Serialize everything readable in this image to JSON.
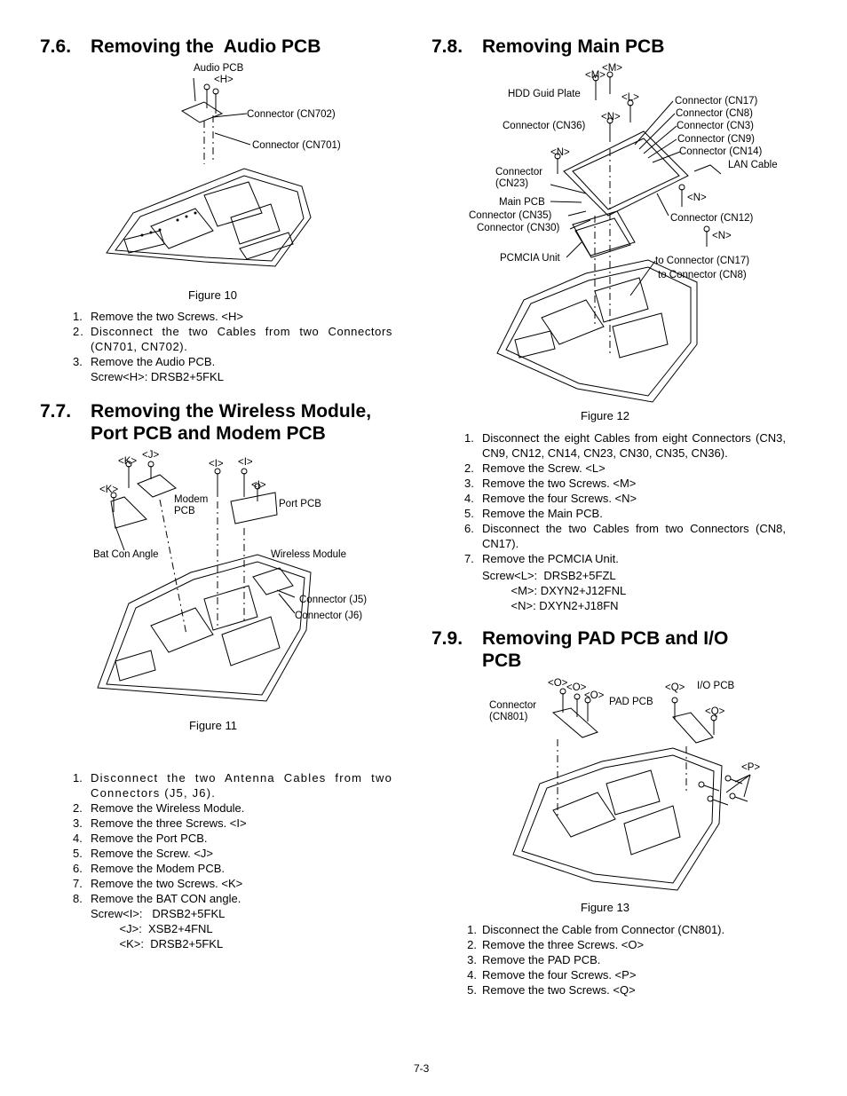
{
  "sections": {
    "s76": {
      "number": "7.6.",
      "title": "Removing the  Audio PCB"
    },
    "s77": {
      "number": "7.7.",
      "title_line1": "Removing the Wireless Module,",
      "title_line2": "Port PCB and Modem PCB"
    },
    "s78": {
      "number": "7.8.",
      "title": "Removing Main PCB"
    },
    "s79": {
      "number": "7.9.",
      "title_line1": "Removing PAD PCB and I/O",
      "title_line2": "PCB"
    }
  },
  "fig10": {
    "caption": "Figure 10",
    "labels": {
      "audio_pcb": "Audio PCB",
      "h": "<H>",
      "cn702": "Connector (CN702)",
      "cn701": "Connector (CN701)"
    },
    "steps": [
      {
        "n": "1.",
        "text": "Remove the two Screws. <H>"
      },
      {
        "n": "2.",
        "text": "Disconnect the two Cables from two Connectors (CN701, CN702)."
      },
      {
        "n": "3.",
        "text": "Remove the Audio PCB."
      }
    ],
    "screws": [
      "Screw<H>: DRSB2+5FKL"
    ]
  },
  "fig11": {
    "caption": "Figure 11",
    "labels": {
      "k1": "<K>",
      "j": "<J>",
      "i1": "<I>",
      "i2": "<I>",
      "k2": "<K>",
      "i3": "<I>",
      "modem_pcb": "Modem\nPCB",
      "port_pcb": "Port PCB",
      "bat_con": "Bat Con Angle",
      "wireless": "Wireless Module",
      "j5": "Connector (J5)",
      "j6": "Connector (J6)"
    },
    "steps": [
      {
        "n": "1.",
        "text": "Disconnect the two Antenna Cables from two Connectors (J5, J6)."
      },
      {
        "n": "2.",
        "text": "Remove the Wireless Module."
      },
      {
        "n": "3.",
        "text": "Remove the three Screws. <I>"
      },
      {
        "n": "4.",
        "text": "Remove the Port PCB."
      },
      {
        "n": "5.",
        "text": "Remove the Screw. <J>"
      },
      {
        "n": "6.",
        "text": "Remove the Modem PCB."
      },
      {
        "n": "7.",
        "text": "Remove the two Screws. <K>"
      },
      {
        "n": "8.",
        "text": "Remove the BAT CON angle."
      }
    ],
    "screws": [
      "Screw<I>:   DRSB2+5FKL",
      "         <J>:  XSB2+4FNL",
      "         <K>:  DRSB2+5FKL"
    ]
  },
  "fig12": {
    "caption": "Figure 12",
    "labels": {
      "m1": "<M>",
      "m2": "<M>",
      "hdd": "HDD Guid Plate",
      "l": "<L>",
      "n1": "<N>",
      "cn36": "Connector (CN36)",
      "n2": "<N>",
      "cn23": "Connector\n(CN23)",
      "main": "Main PCB",
      "cn35": "Connector (CN35)",
      "cn30": "Connector (CN30)",
      "pcmcia": "PCMCIA Unit",
      "cn17": "Connector (CN17)",
      "cn8": "Connector (CN8)",
      "cn3": "Connector (CN3)",
      "cn9": "Connector (CN9)",
      "cn14": "Connector (CN14)",
      "lan": "LAN Cable",
      "n3": "<N>",
      "cn12": "Connector (CN12)",
      "n4": "<N>",
      "to17": "to Connector (CN17)",
      "to8": "to Connector (CN8)"
    },
    "steps": [
      {
        "n": "1.",
        "text": "Disconnect the eight Cables from eight Connectors (CN3, CN9, CN12, CN14, CN23, CN30, CN35, CN36)."
      },
      {
        "n": "2.",
        "text": "Remove the Screw. <L>"
      },
      {
        "n": "3.",
        "text": "Remove the two Screws. <M>"
      },
      {
        "n": "4.",
        "text": "Remove the four Screws. <N>"
      },
      {
        "n": "5.",
        "text": "Remove the Main PCB."
      },
      {
        "n": "6.",
        "text": "Disconnect the two Cables from two Connectors (CN8, CN17)."
      },
      {
        "n": "7.",
        "text": "Remove the PCMCIA Unit."
      }
    ],
    "screws": [
      "Screw<L>:  DRSB2+5FZL",
      "         <M>: DXYN2+J12FNL",
      "         <N>: DXYN2+J18FN"
    ]
  },
  "fig13": {
    "caption": "Figure 13",
    "labels": {
      "o1": "<O>",
      "o2": "<O>",
      "o3": "<O>",
      "cn801": "Connector\n(CN801)",
      "pad": "PAD PCB",
      "q1": "<Q>",
      "io": "I/O PCB",
      "q2": "<Q>",
      "p": "<P>"
    },
    "steps": [
      {
        "n": "1.",
        "text": "Disconnect the Cable from Connector (CN801)."
      },
      {
        "n": "2.",
        "text": "Remove the three Screws. <O>"
      },
      {
        "n": "3.",
        "text": "Remove the PAD PCB."
      },
      {
        "n": "4.",
        "text": "Remove the four Screws. <P>"
      },
      {
        "n": "5.",
        "text": "Remove the two Screws. <Q>"
      }
    ]
  },
  "page_number": "7-3"
}
